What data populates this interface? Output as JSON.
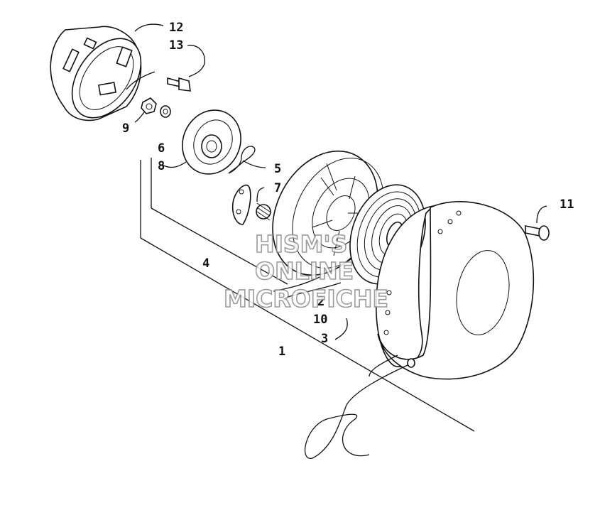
{
  "callouts": {
    "c1": "1",
    "c2": "2",
    "c3": "3",
    "c4": "4",
    "c5": "5",
    "c6": "6",
    "c7": "7",
    "c8": "8",
    "c9": "9",
    "c10": "10",
    "c11": "11",
    "c12": "12",
    "c13": "13"
  },
  "watermark": {
    "line1": "HISM'S",
    "line2": "ONLINE",
    "line3": "MICROFICHE"
  }
}
